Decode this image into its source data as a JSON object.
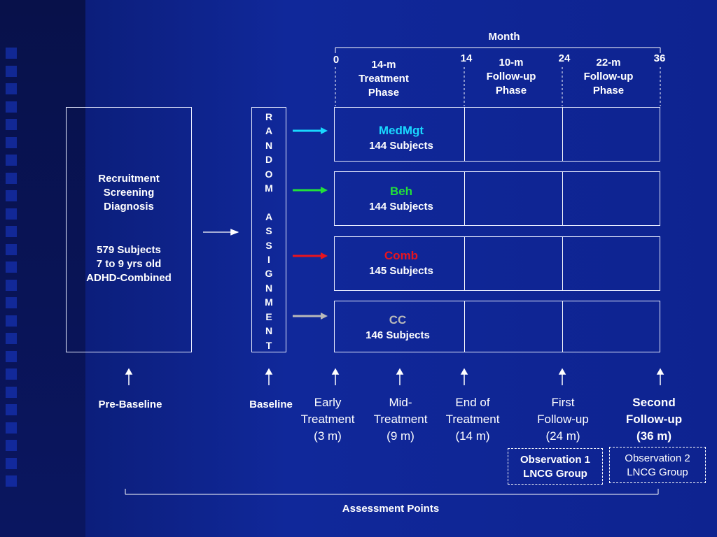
{
  "timeline": {
    "title": "Month",
    "ticks": [
      "0",
      "14",
      "24",
      "36"
    ],
    "phases": [
      {
        "lines": [
          "14-m",
          "Treatment",
          "Phase"
        ]
      },
      {
        "lines": [
          "10-m",
          "Follow-up",
          "Phase"
        ]
      },
      {
        "lines": [
          "22-m",
          "Follow-up",
          "Phase"
        ]
      }
    ]
  },
  "recruitment": {
    "lines1": [
      "Recruitment",
      "Screening",
      "Diagnosis"
    ],
    "lines2": [
      "579 Subjects",
      "7 to 9 yrs old",
      "ADHD-Combined"
    ]
  },
  "random_assignment": [
    "R",
    "A",
    "N",
    "D",
    "O",
    "M",
    "",
    "A",
    "S",
    "S",
    "I",
    "G",
    "N",
    "M",
    "E",
    "N",
    "T"
  ],
  "groups": [
    {
      "name": "MedMgt",
      "subjects": "144 Subjects",
      "color": "#19d8ff"
    },
    {
      "name": "Beh",
      "subjects": "144 Subjects",
      "color": "#22e03a"
    },
    {
      "name": "Comb",
      "subjects": "145 Subjects",
      "color": "#e8141e"
    },
    {
      "name": "CC",
      "subjects": "146 Subjects",
      "color": "#b9b9b9"
    }
  ],
  "assessments": {
    "pre_baseline": "Pre-Baseline",
    "baseline": "Baseline",
    "early": [
      "Early",
      "Treatment",
      "(3 m)"
    ],
    "mid": [
      "Mid-",
      "Treatment",
      "(9 m)"
    ],
    "end": [
      "End of",
      "Treatment",
      "(14 m)"
    ],
    "first": [
      "First",
      "Follow-up",
      "(24 m)"
    ],
    "second": [
      "Second",
      "Follow-up",
      "(36 m)"
    ],
    "obs1": [
      "Observation 1",
      "LNCG Group"
    ],
    "obs2": [
      "Observation 2",
      "LNCG Group"
    ],
    "footer": "Assessment Points"
  }
}
